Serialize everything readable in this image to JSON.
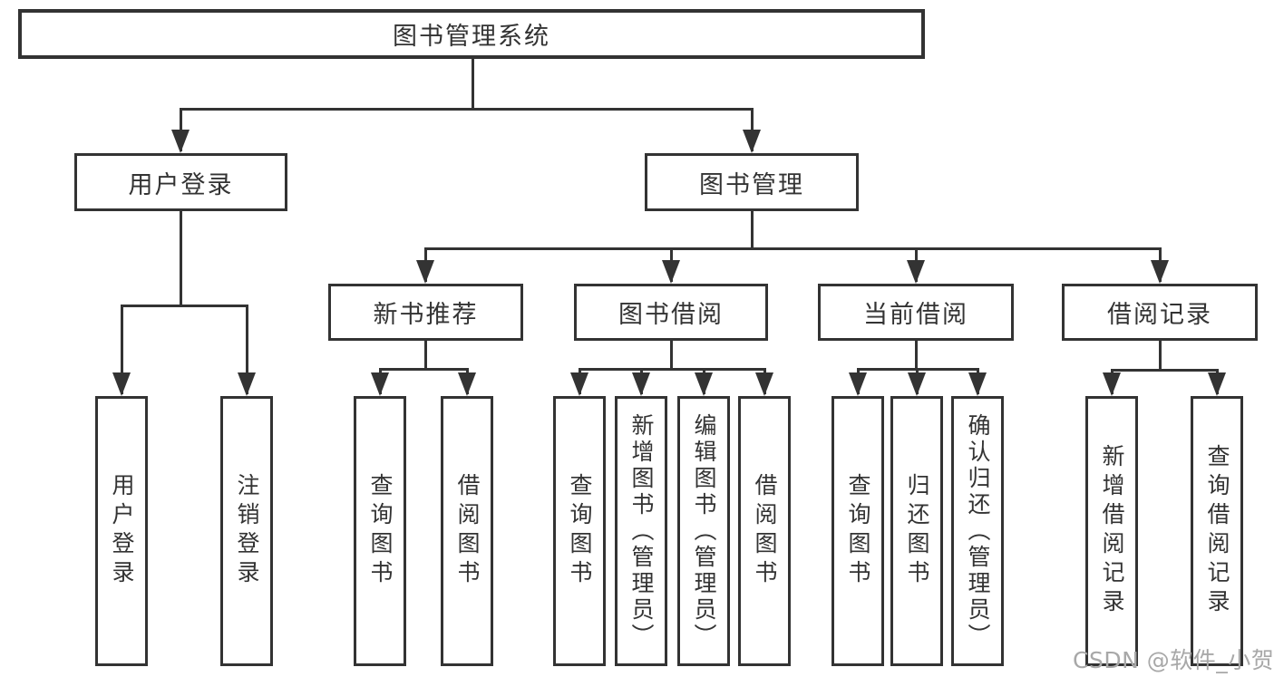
{
  "diagram": {
    "tree": {
      "root": {
        "label": "图书管理系统"
      },
      "branches": [
        {
          "label": "用户登录",
          "children": [
            {
              "label": "用户登录"
            },
            {
              "label": "注销登录"
            }
          ]
        },
        {
          "label": "图书管理",
          "children": [
            {
              "label": "新书推荐",
              "children": [
                {
                  "label": "查询图书"
                },
                {
                  "label": "借阅图书"
                }
              ]
            },
            {
              "label": "图书借阅",
              "children": [
                {
                  "label": "查询图书"
                },
                {
                  "label": "新增图书（管理员）"
                },
                {
                  "label": "编辑图书（管理员）"
                },
                {
                  "label": "借阅图书"
                }
              ]
            },
            {
              "label": "当前借阅",
              "children": [
                {
                  "label": "查询图书"
                },
                {
                  "label": "归还图书"
                },
                {
                  "label": "确认归还（管理员）"
                }
              ]
            },
            {
              "label": "借阅记录",
              "children": [
                {
                  "label": "新增借阅记录"
                },
                {
                  "label": "查询借阅记录"
                }
              ]
            }
          ]
        }
      ]
    },
    "watermark": {
      "text": "CSDN @软件_小贺同学"
    },
    "colors": {
      "line": "#333333",
      "box_border": "#333333",
      "text": "#333333",
      "watermark_text": "#a8a8a8",
      "background": "#ffffff"
    }
  }
}
